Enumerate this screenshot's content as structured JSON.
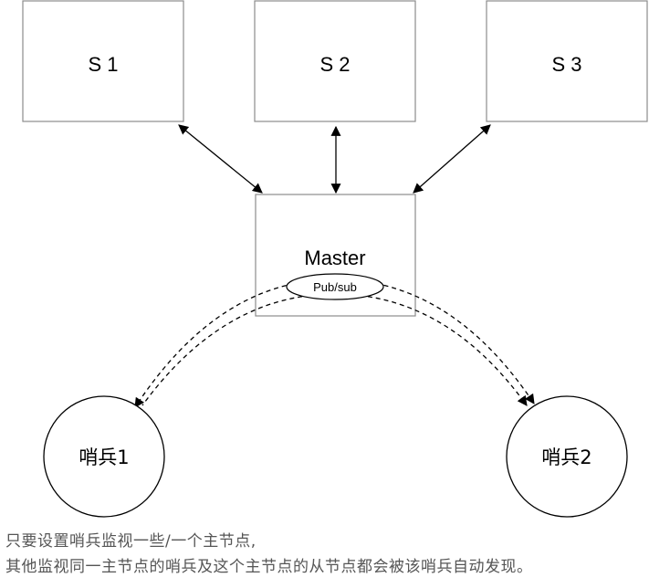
{
  "nodes": {
    "s1": "S 1",
    "s2": "S 2",
    "s3": "S 3",
    "master": "Master",
    "pubsub": "Pub/sub",
    "sentinel1": "哨兵1",
    "sentinel2": "哨兵2"
  },
  "caption": {
    "line1": "只要设置哨兵监视一些/一个主节点,",
    "line2": "其他监视同一主节点的哨兵及这个主节点的从节点都会被该哨兵自动发现。"
  }
}
